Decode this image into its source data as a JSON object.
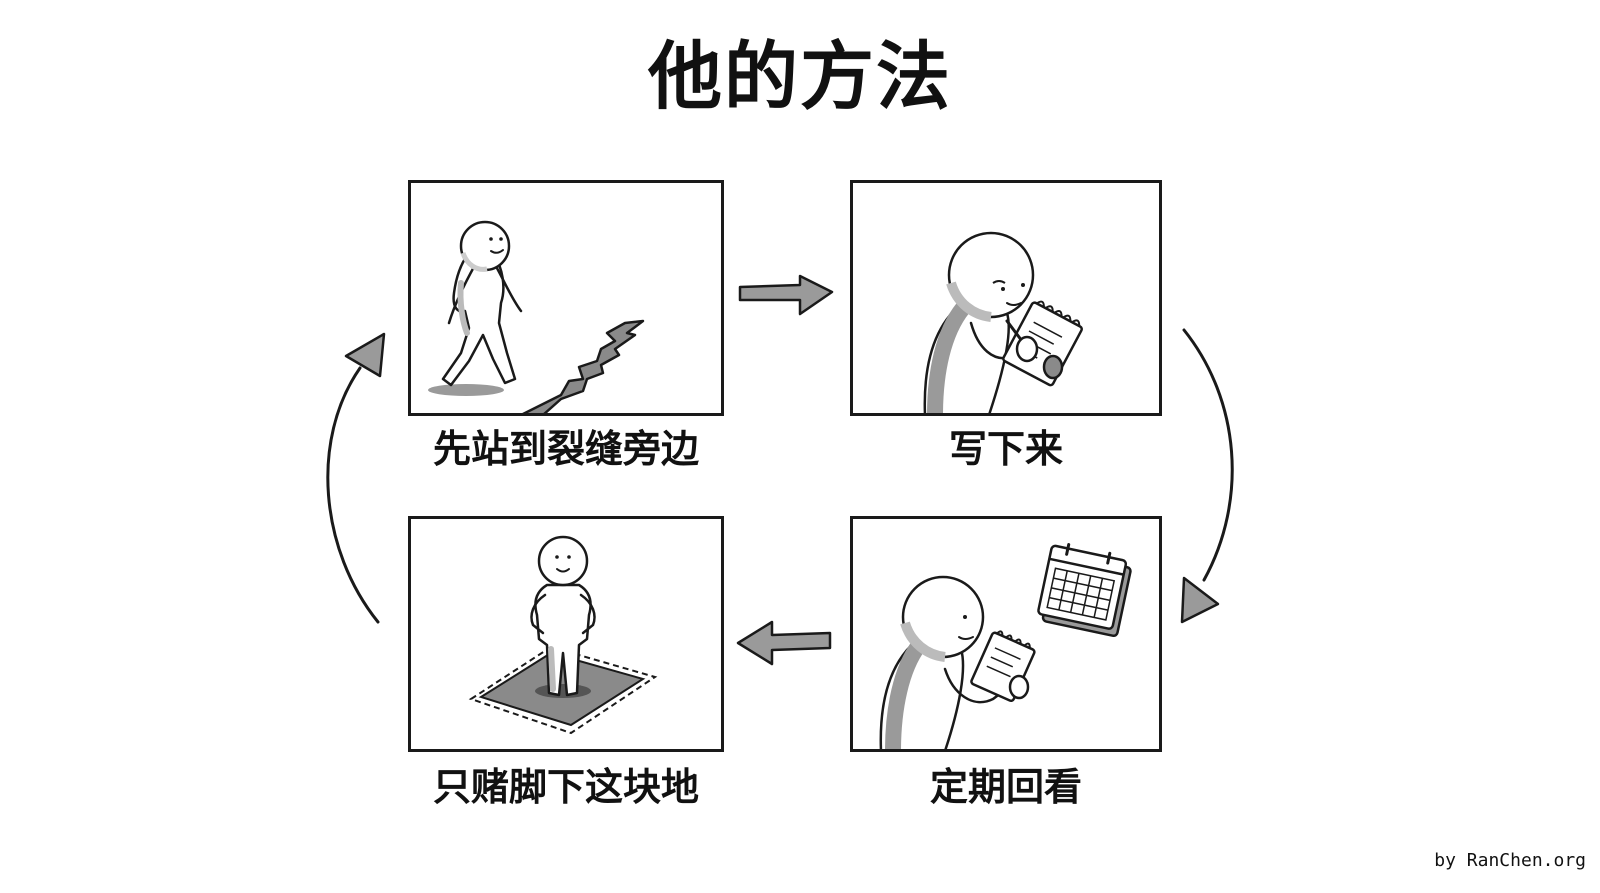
{
  "title": "他的方法",
  "steps": [
    {
      "label": "先站到裂缝旁边"
    },
    {
      "label": "写下来"
    },
    {
      "label": "定期回看"
    },
    {
      "label": "只赌脚下这块地"
    }
  ],
  "credit": "by RanChen.org",
  "colors": {
    "ink": "#1a1a1a",
    "shade": "#8a8a8a",
    "light_shade": "#c4c4c4",
    "background": "#ffffff"
  }
}
